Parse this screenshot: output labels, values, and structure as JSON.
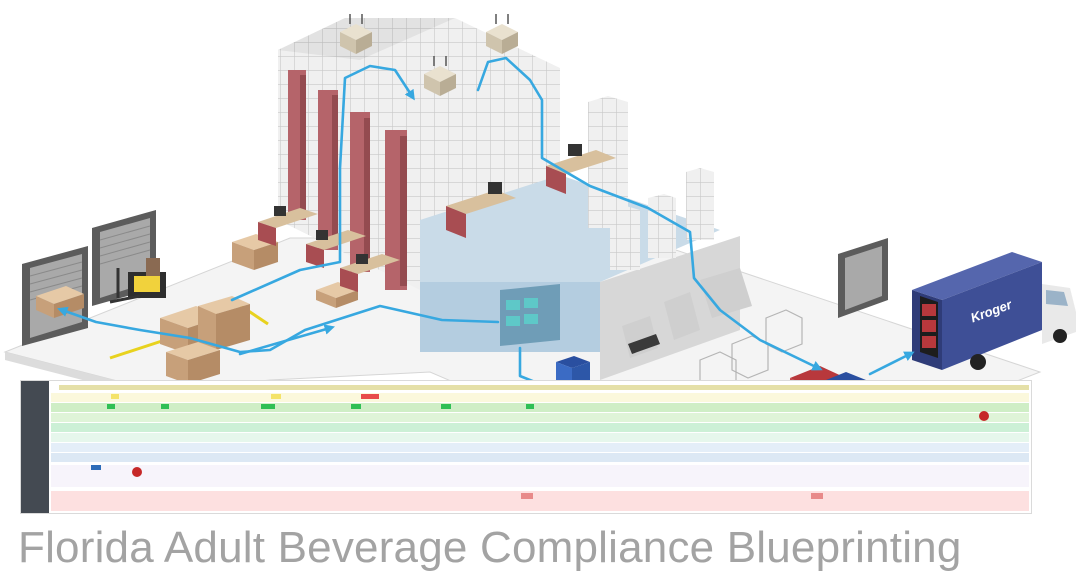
{
  "caption": "Florida Adult Beverage Compliance Blueprinting",
  "truck": {
    "logo_text": "Kroger"
  },
  "colors": {
    "flow": "#37a8e0",
    "rack_red": "#b5646a",
    "rack_white": "#eeeeee",
    "floor": "#f4f4f4",
    "cold_room": "#c9dbe8",
    "truck_blue": "#3e4f96",
    "caption": "#a3a3a3"
  },
  "icons": [
    "robot-icon",
    "forklift-icon",
    "workstation-icon",
    "pallet-icon",
    "tote-icon",
    "dock-door-icon",
    "truck-icon",
    "cart-icon"
  ],
  "blueprint": {
    "swimlane_count": 9
  }
}
